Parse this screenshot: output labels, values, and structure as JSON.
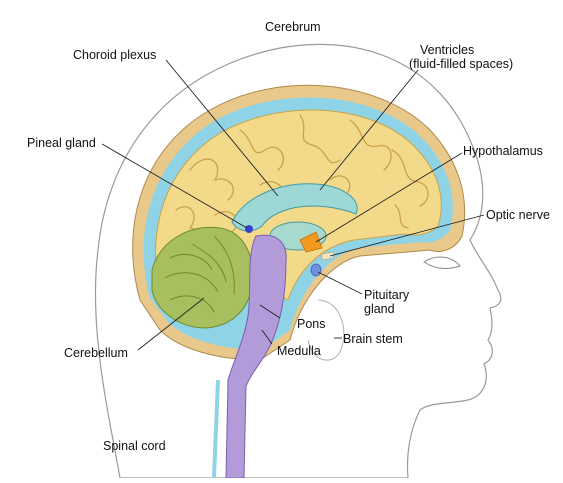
{
  "labels": {
    "cerebrum": "Cerebrum",
    "choroid_plexus": "Choroid plexus",
    "ventricles_line1": "Ventricles",
    "ventricles_line2": "(fluid-filled spaces)",
    "pineal_gland": "Pineal gland",
    "hypothalamus": "Hypothalamus",
    "optic_nerve": "Optic nerve",
    "pituitary_line1": "Pituitary",
    "pituitary_line2": "gland",
    "pons": "Pons",
    "brain_stem": "Brain stem",
    "medulla": "Medulla",
    "cerebellum": "Cerebellum",
    "spinal_cord": "Spinal cord"
  },
  "colors": {
    "cerebrum": "#f3d98a",
    "cerebrum_fold": "#c9a24a",
    "csf": "#8fd3e6",
    "skull": "#e8c98b",
    "ventricle": "#9ed8d6",
    "cerebellum": "#a7bf5e",
    "brain_stem": "#b39bd9",
    "hypothalamus": "#f39a1e",
    "pineal": "#3b3fcf",
    "pituitary": "#6f8ee0",
    "skin_outline": "#9a9a9a"
  }
}
